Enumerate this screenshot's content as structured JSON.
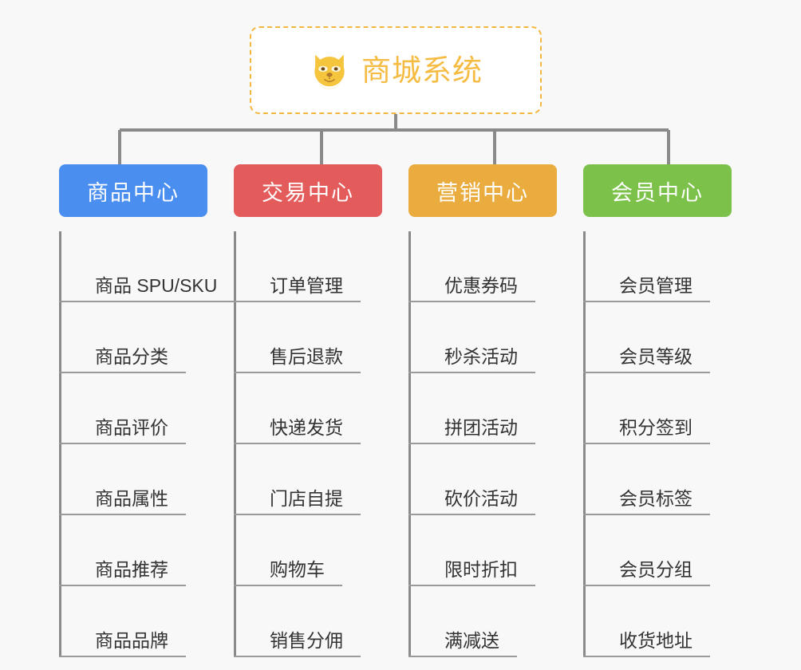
{
  "diagram": {
    "type": "organization-tree",
    "background_color": "#f8f8f8",
    "root": {
      "title": "商城系统",
      "icon": "shiba-dog-face-emoji",
      "text_color": "#f5bb42",
      "border_color": "#f2b740",
      "border_style": "dashed",
      "background_color": "#ffffff"
    },
    "connector_color": "#8a8a8a",
    "branches": [
      {
        "label": "商品中心",
        "color": "#4a8ef0",
        "items": [
          "商品 SPU/SKU",
          "商品分类",
          "商品评价",
          "商品属性",
          "商品推荐",
          "商品品牌"
        ]
      },
      {
        "label": "交易中心",
        "color": "#e35b5b",
        "items": [
          "订单管理",
          "售后退款",
          "快递发货",
          "门店自提",
          "购物车",
          "销售分佣"
        ]
      },
      {
        "label": "营销中心",
        "color": "#eaac3e",
        "items": [
          "优惠券码",
          "秒杀活动",
          "拼团活动",
          "砍价活动",
          "限时折扣",
          "满减送"
        ]
      },
      {
        "label": "会员中心",
        "color": "#7cc24a",
        "items": [
          "会员管理",
          "会员等级",
          "积分签到",
          "会员标签",
          "会员分组",
          "收货地址"
        ]
      }
    ]
  }
}
